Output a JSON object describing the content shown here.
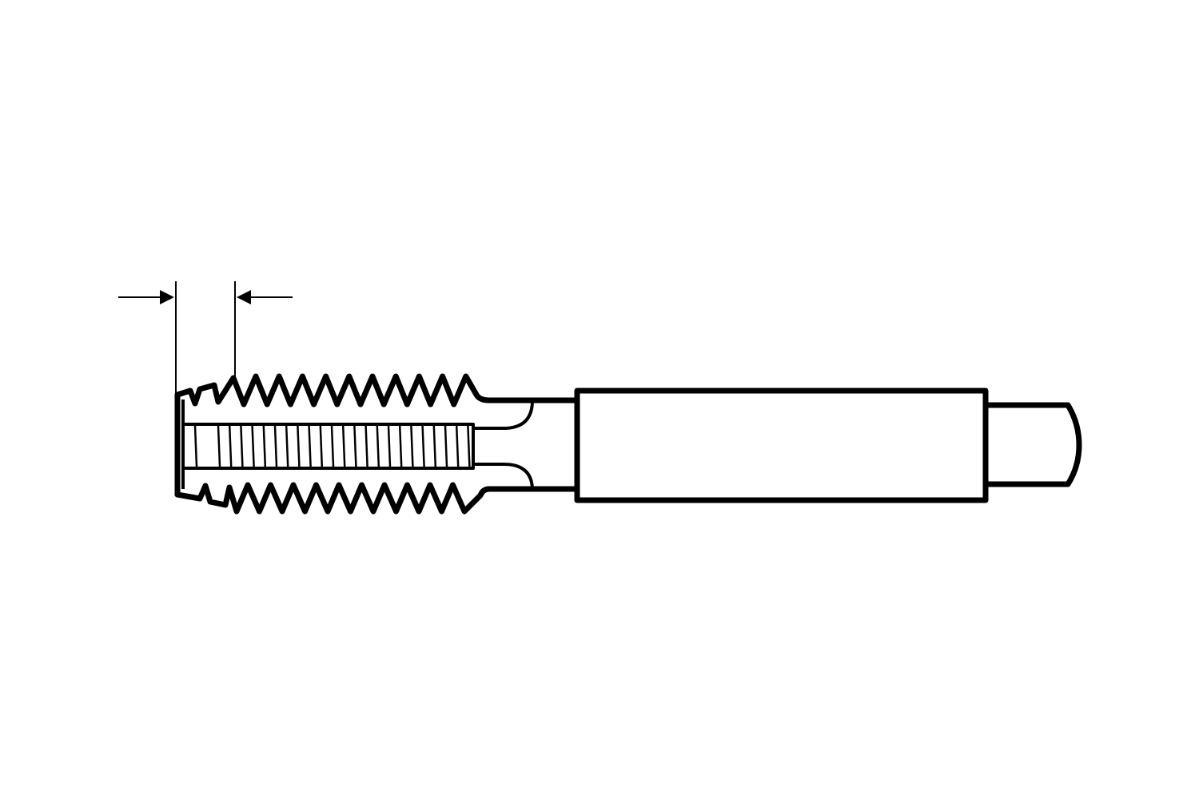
{
  "diagram": {
    "subject": "tap",
    "colors": {
      "line": "#000000",
      "background": "#ffffff"
    },
    "dimension_arrows": [
      "arrow-right",
      "arrow-left"
    ]
  }
}
